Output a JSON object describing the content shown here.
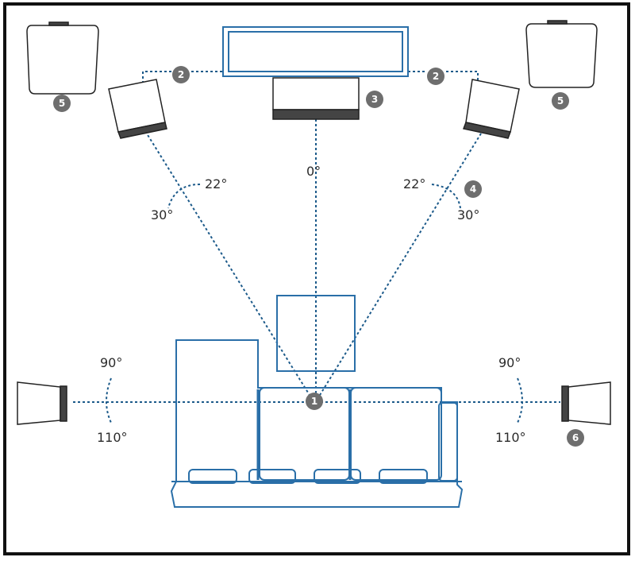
{
  "colors": {
    "outline": "#2a6fa8",
    "line": "#1c5a8a",
    "speaker": "#222222",
    "badge": "#6e6e6e",
    "frame": "#111111"
  },
  "angles": {
    "front_center": "0°",
    "front_left_inner": "22°",
    "front_left_outer": "30°",
    "front_right_inner": "22°",
    "front_right_outer": "30°",
    "side_left_top": "90°",
    "side_left_bottom": "110°",
    "side_right_top": "90°",
    "side_right_bottom": "110°"
  },
  "badges": {
    "listener": "1",
    "front_left": "2",
    "front_right": "2",
    "center": "3",
    "front_right_angle": "4",
    "top_left": "5",
    "top_right": "5",
    "surround_right": "6"
  }
}
